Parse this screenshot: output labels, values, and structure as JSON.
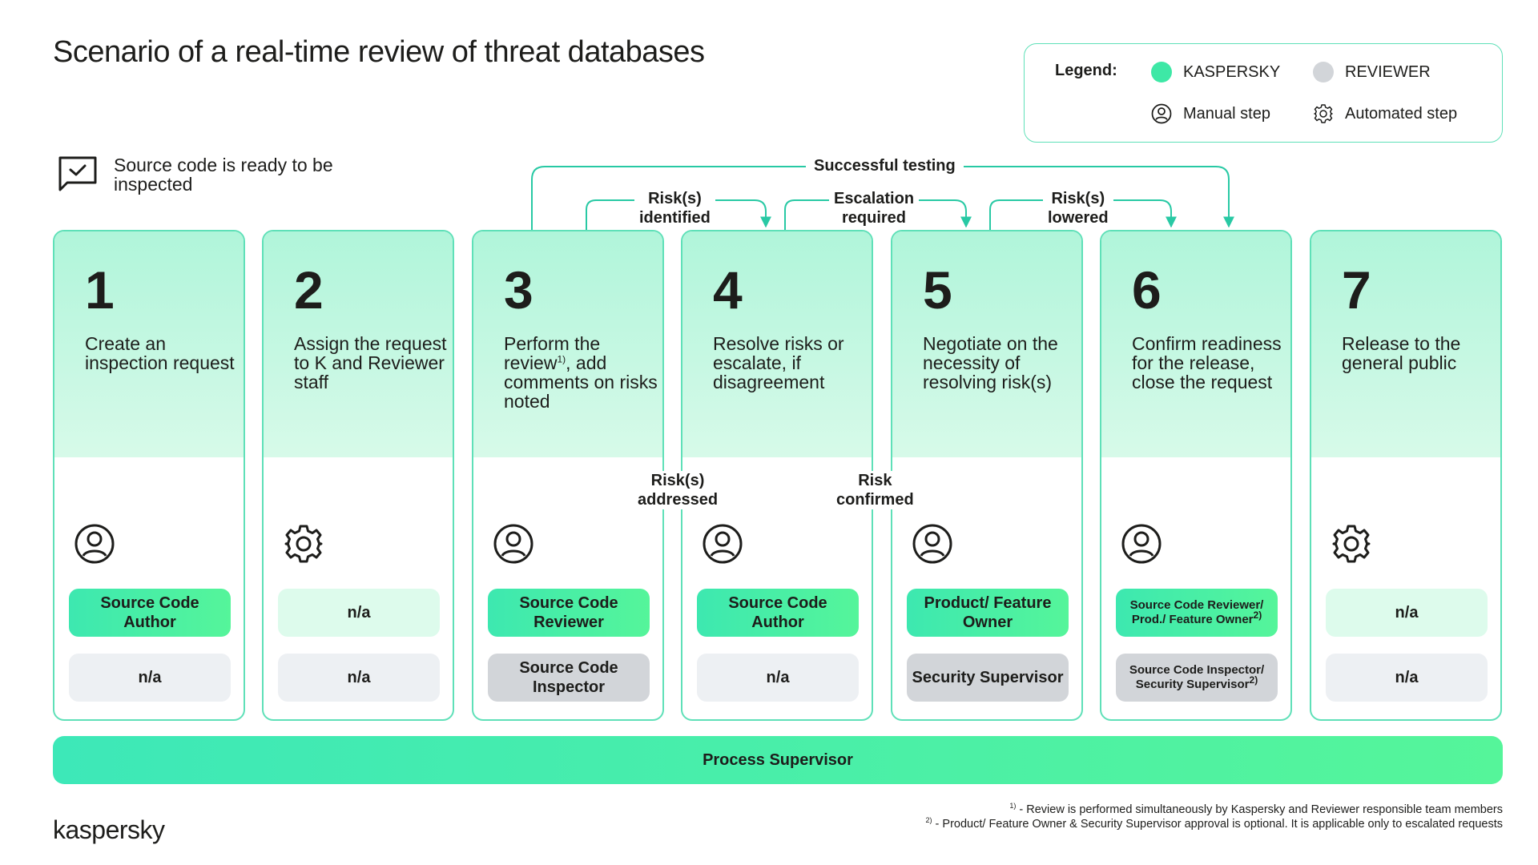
{
  "title": "Scenario of a real-time review of threat databases",
  "legend": {
    "label": "Legend:",
    "kaspersky": "KASPERSKY",
    "reviewer": "REVIEWER",
    "manual": "Manual step",
    "automated": "Automated step",
    "colors": {
      "kaspersky": "#3ee8a6",
      "reviewer": "#d2d5d9"
    }
  },
  "start_note": "Source code is ready to be inspected",
  "steps": [
    {
      "num": "1",
      "text": "Create an inspection request",
      "icon": "person-icon",
      "kaspersky": "Source Code Author",
      "reviewer": "n/a"
    },
    {
      "num": "2",
      "text": "Assign the request to K and Reviewer staff",
      "icon": "gear-icon",
      "kaspersky": "n/a",
      "reviewer": "n/a"
    },
    {
      "num": "3",
      "text_pre": "Perform the review",
      "text_sup": "1)",
      "text_post": ", add comments on risks noted",
      "icon": "person-icon",
      "kaspersky": "Source Code Reviewer",
      "reviewer": "Source Code Inspector"
    },
    {
      "num": "4",
      "text": "Resolve risks or escalate, if disagreement",
      "icon": "person-icon",
      "kaspersky": "Source Code Author",
      "reviewer": "n/a"
    },
    {
      "num": "5",
      "text": "Negotiate on the necessity of resolving risk(s)",
      "icon": "person-icon",
      "kaspersky": "Product/ Feature Owner",
      "reviewer": "Security Supervisor"
    },
    {
      "num": "6",
      "text": "Confirm readiness for the release, close the request",
      "icon": "person-icon",
      "kaspersky": "Source Code Reviewer/ Prod./ Feature Owner",
      "kaspersky_sup": "2)",
      "reviewer": "Source Code Inspector/ Security Supervisor",
      "reviewer_sup": "2)"
    },
    {
      "num": "7",
      "text": "Release to the general public",
      "icon": "gear-icon",
      "kaspersky": "n/a",
      "reviewer": "n/a"
    }
  ],
  "flows": {
    "successful_testing": "Successful testing",
    "risks_identified": [
      "Risk(s)",
      "identified"
    ],
    "escalation_required": [
      "Escalation",
      "required"
    ],
    "risks_lowered": [
      "Risk(s)",
      "lowered"
    ],
    "risks_addressed": [
      "Risk(s)",
      "addressed"
    ],
    "risk_confirmed": [
      "Risk",
      "confirmed"
    ]
  },
  "supervisor": "Process Supervisor",
  "footnotes": [
    {
      "mark": "1)",
      "text": " - Review is performed simultaneously by Kaspersky and Reviewer responsible team members"
    },
    {
      "mark": "2)",
      "text": " - Product/ Feature Owner & Security Supervisor approval is optional. It is applicable only to escalated requests"
    }
  ],
  "brand": "kaspersky"
}
